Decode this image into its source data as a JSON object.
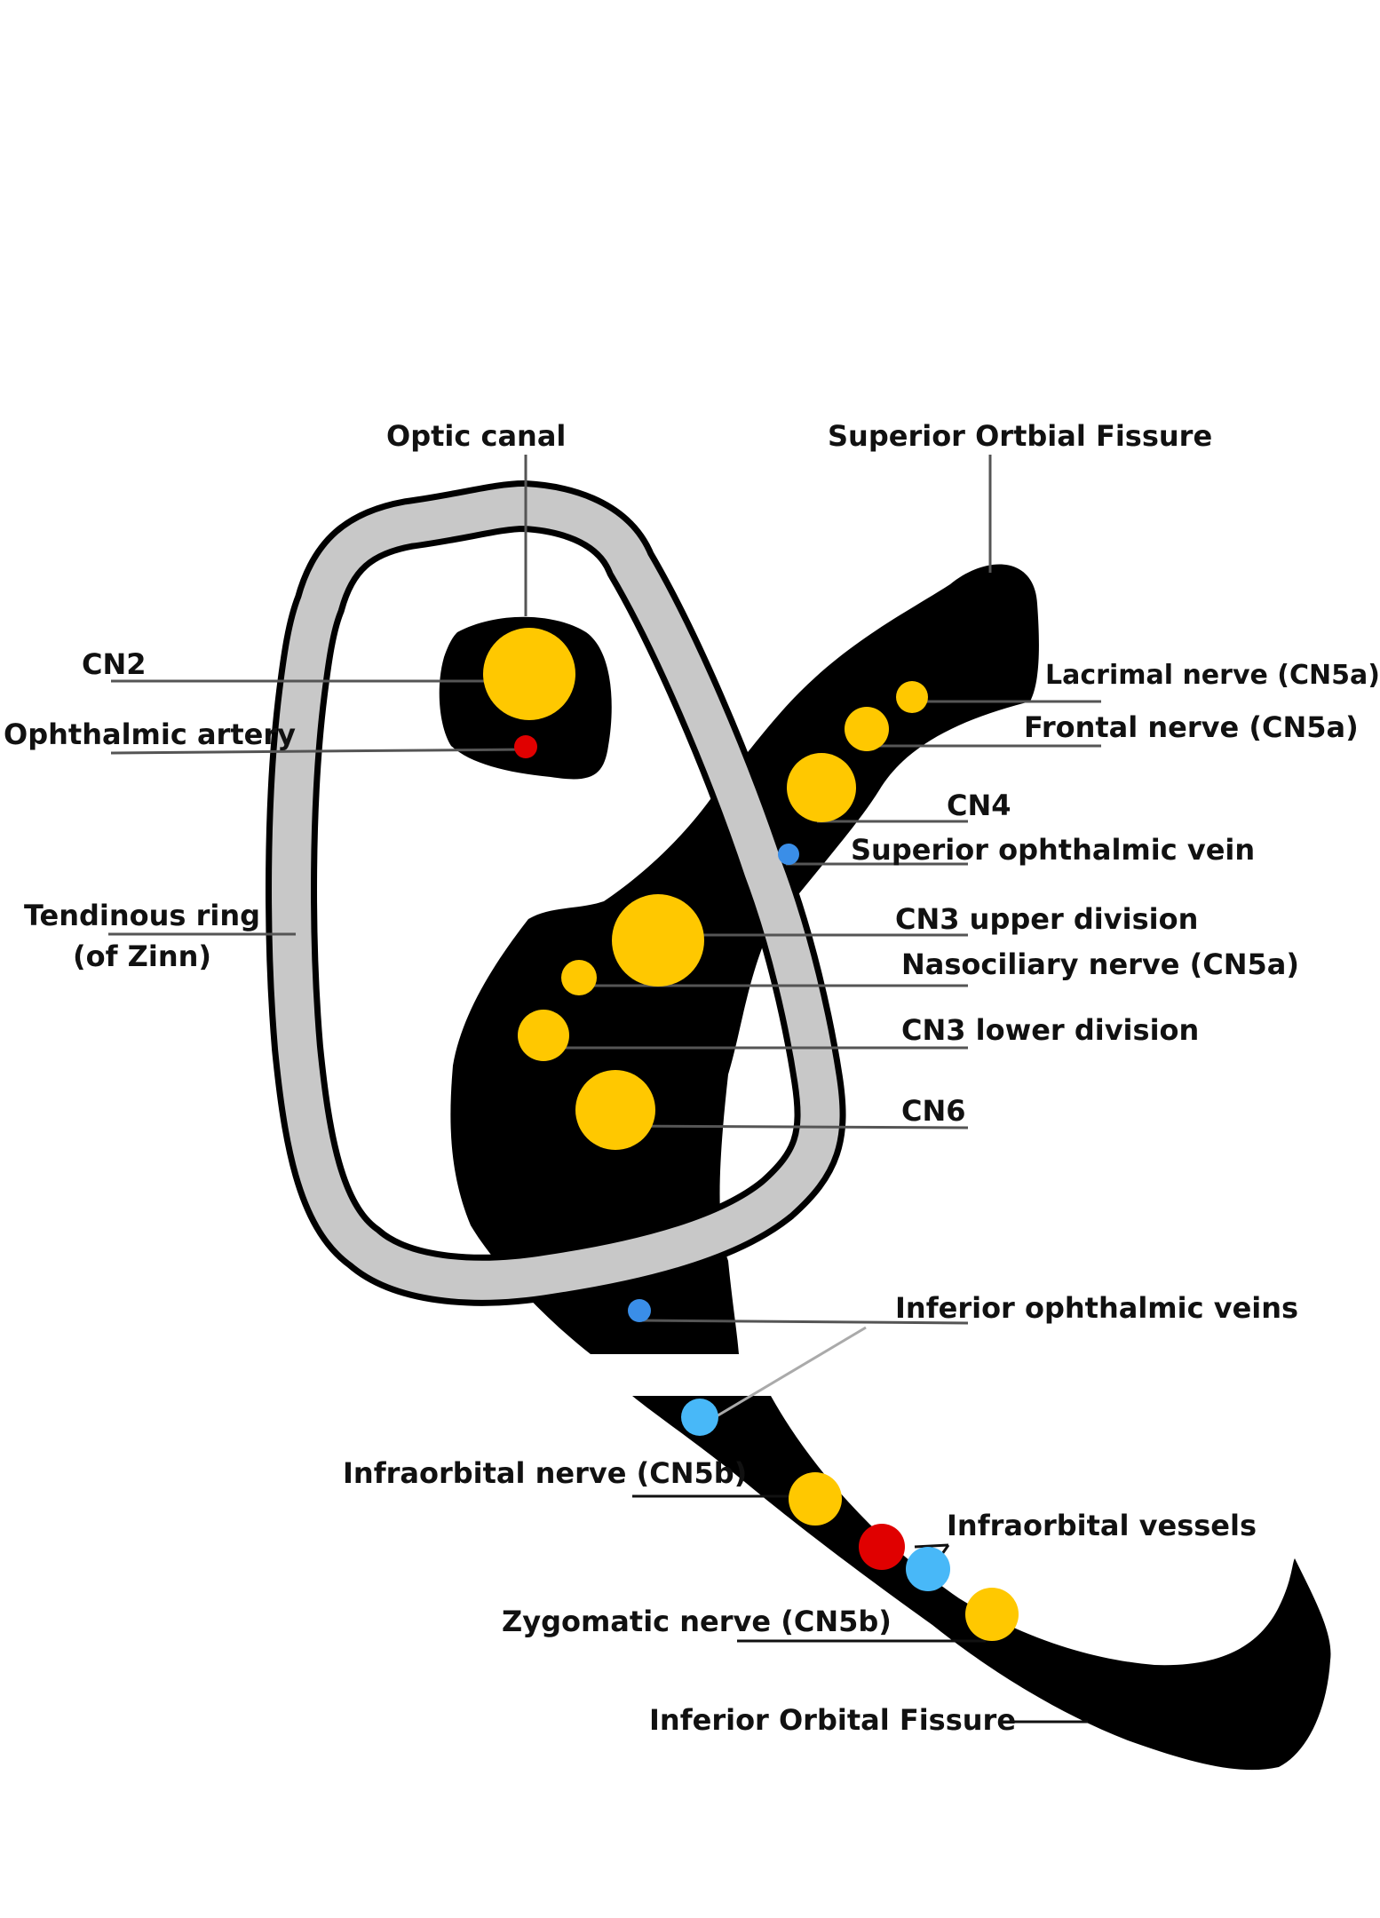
{
  "colors": {
    "background": "#ffffff",
    "fissure": "#000000",
    "ring": "#c8c8c8",
    "nerve": "#ffc800",
    "artery": "#e00000",
    "vein_small": "#3a8ee8",
    "vein_large": "#48b8f8",
    "leader": "#555555"
  },
  "labels": {
    "optic_canal": "Optic canal",
    "superior_orbital_fissure": "Superior Ortbial Fissure",
    "cn2": "CN2",
    "ophthalmic_artery": "Ophthalmic artery",
    "tendinous_ring_line1": "Tendinous ring",
    "tendinous_ring_line2": "(of Zinn)",
    "lacrimal_nerve": "Lacrimal nerve (CN5a)",
    "frontal_nerve": "Frontal nerve (CN5a)",
    "cn4": "CN4",
    "superior_ophthalmic_vein": "Superior ophthalmic vein",
    "cn3_upper": "CN3 upper division",
    "nasociliary_nerve": "Nasociliary nerve (CN5a)",
    "cn3_lower": "CN3 lower division",
    "cn6": "CN6",
    "inferior_ophthalmic_veins": "Inferior ophthalmic veins",
    "infraorbital_nerve": "Infraorbital nerve (CN5b)",
    "infraorbital_vessels": "Infraorbital vessels",
    "zygomatic_nerve": "Zygomatic nerve (CN5b)",
    "inferior_orbital_fissure": "Inferior Orbital Fissure"
  }
}
